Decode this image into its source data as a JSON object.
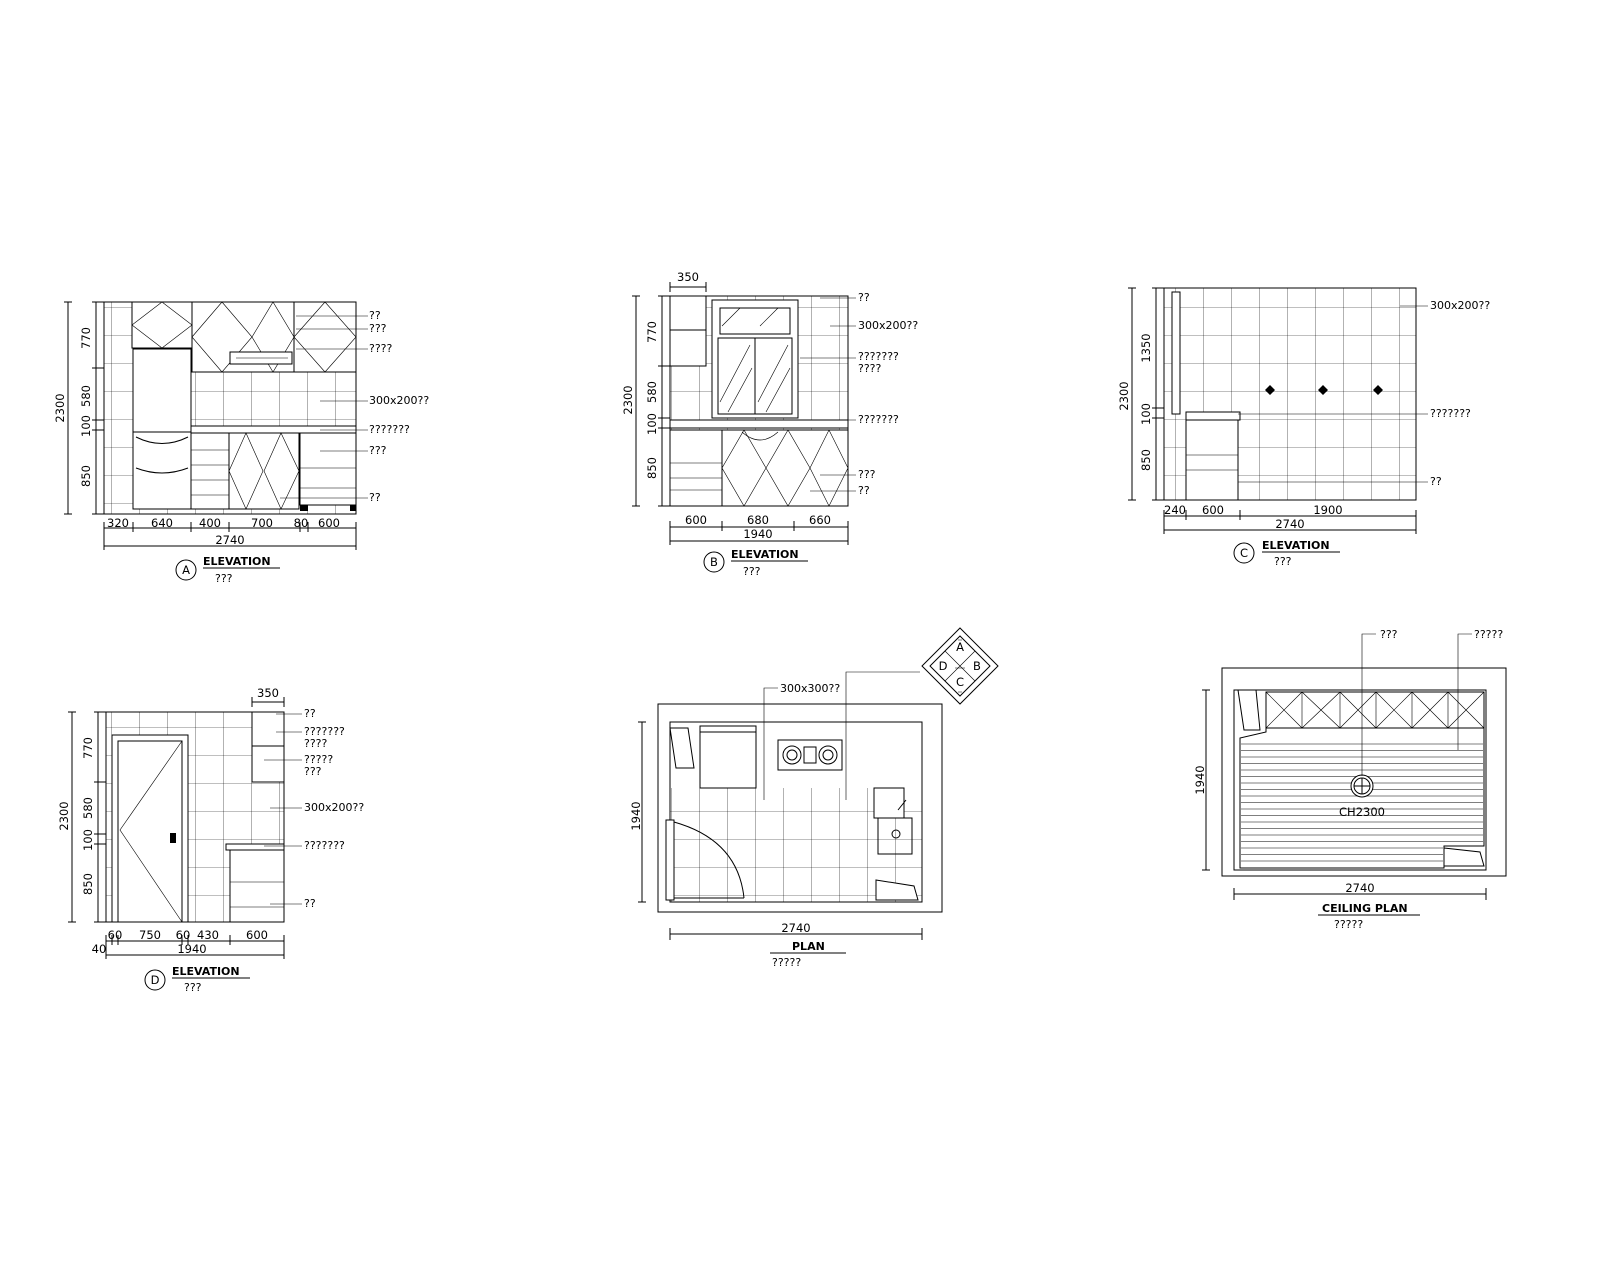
{
  "drawing_A": {
    "dims_vertical": [
      "770",
      "580",
      "100",
      "850"
    ],
    "dim_total": "2300",
    "dims_horizontal": [
      "320",
      "640",
      "400",
      "700",
      "80",
      "600"
    ],
    "dim_width": "2740",
    "notes": [
      "??",
      "???",
      "????",
      "300x200??",
      "???????",
      "???",
      "??"
    ],
    "marker": "A",
    "title": "ELEVATION",
    "subtitle": "???"
  },
  "drawing_B": {
    "dim_top": "350",
    "dims_vertical": [
      "770",
      "580",
      "100",
      "850"
    ],
    "dim_total": "2300",
    "dims_horizontal": [
      "600",
      "680",
      "660"
    ],
    "dim_width": "1940",
    "notes": [
      "??",
      "300x200??",
      "???????",
      "????",
      "???????",
      "???",
      "??"
    ],
    "marker": "B",
    "title": "ELEVATION",
    "subtitle": "???"
  },
  "drawing_C": {
    "dims_vertical": [
      "1350",
      "100",
      "850"
    ],
    "dim_total": "2300",
    "dims_horizontal": [
      "240",
      "600",
      "1900"
    ],
    "dim_width": "2740",
    "notes": [
      "300x200??",
      "???????",
      "??"
    ],
    "marker": "C",
    "title": "ELEVATION",
    "subtitle": "???"
  },
  "drawing_D": {
    "dim_top": "350",
    "dims_vertical": [
      "770",
      "580",
      "100",
      "850"
    ],
    "dim_total": "2300",
    "dims_horizontal": [
      "40",
      "60",
      "750",
      "60",
      "430",
      "600"
    ],
    "dim_width": "1940",
    "notes": [
      "??",
      "???????",
      "????",
      "?????",
      "???",
      "300x200??",
      "???????",
      "??"
    ],
    "marker": "D",
    "title": "ELEVATION",
    "subtitle": "???"
  },
  "plan": {
    "note": "300x300??",
    "dim_left": "1940",
    "dim_bottom": "2740",
    "compass": [
      "A",
      "B",
      "C",
      "D"
    ],
    "title": "PLAN",
    "subtitle": "?????"
  },
  "ceiling": {
    "notes": [
      "???",
      "?????"
    ],
    "height_label": "CH2300",
    "dim_left": "1940",
    "dim_bottom": "2740",
    "title": "CEILING PLAN",
    "subtitle": "?????"
  }
}
